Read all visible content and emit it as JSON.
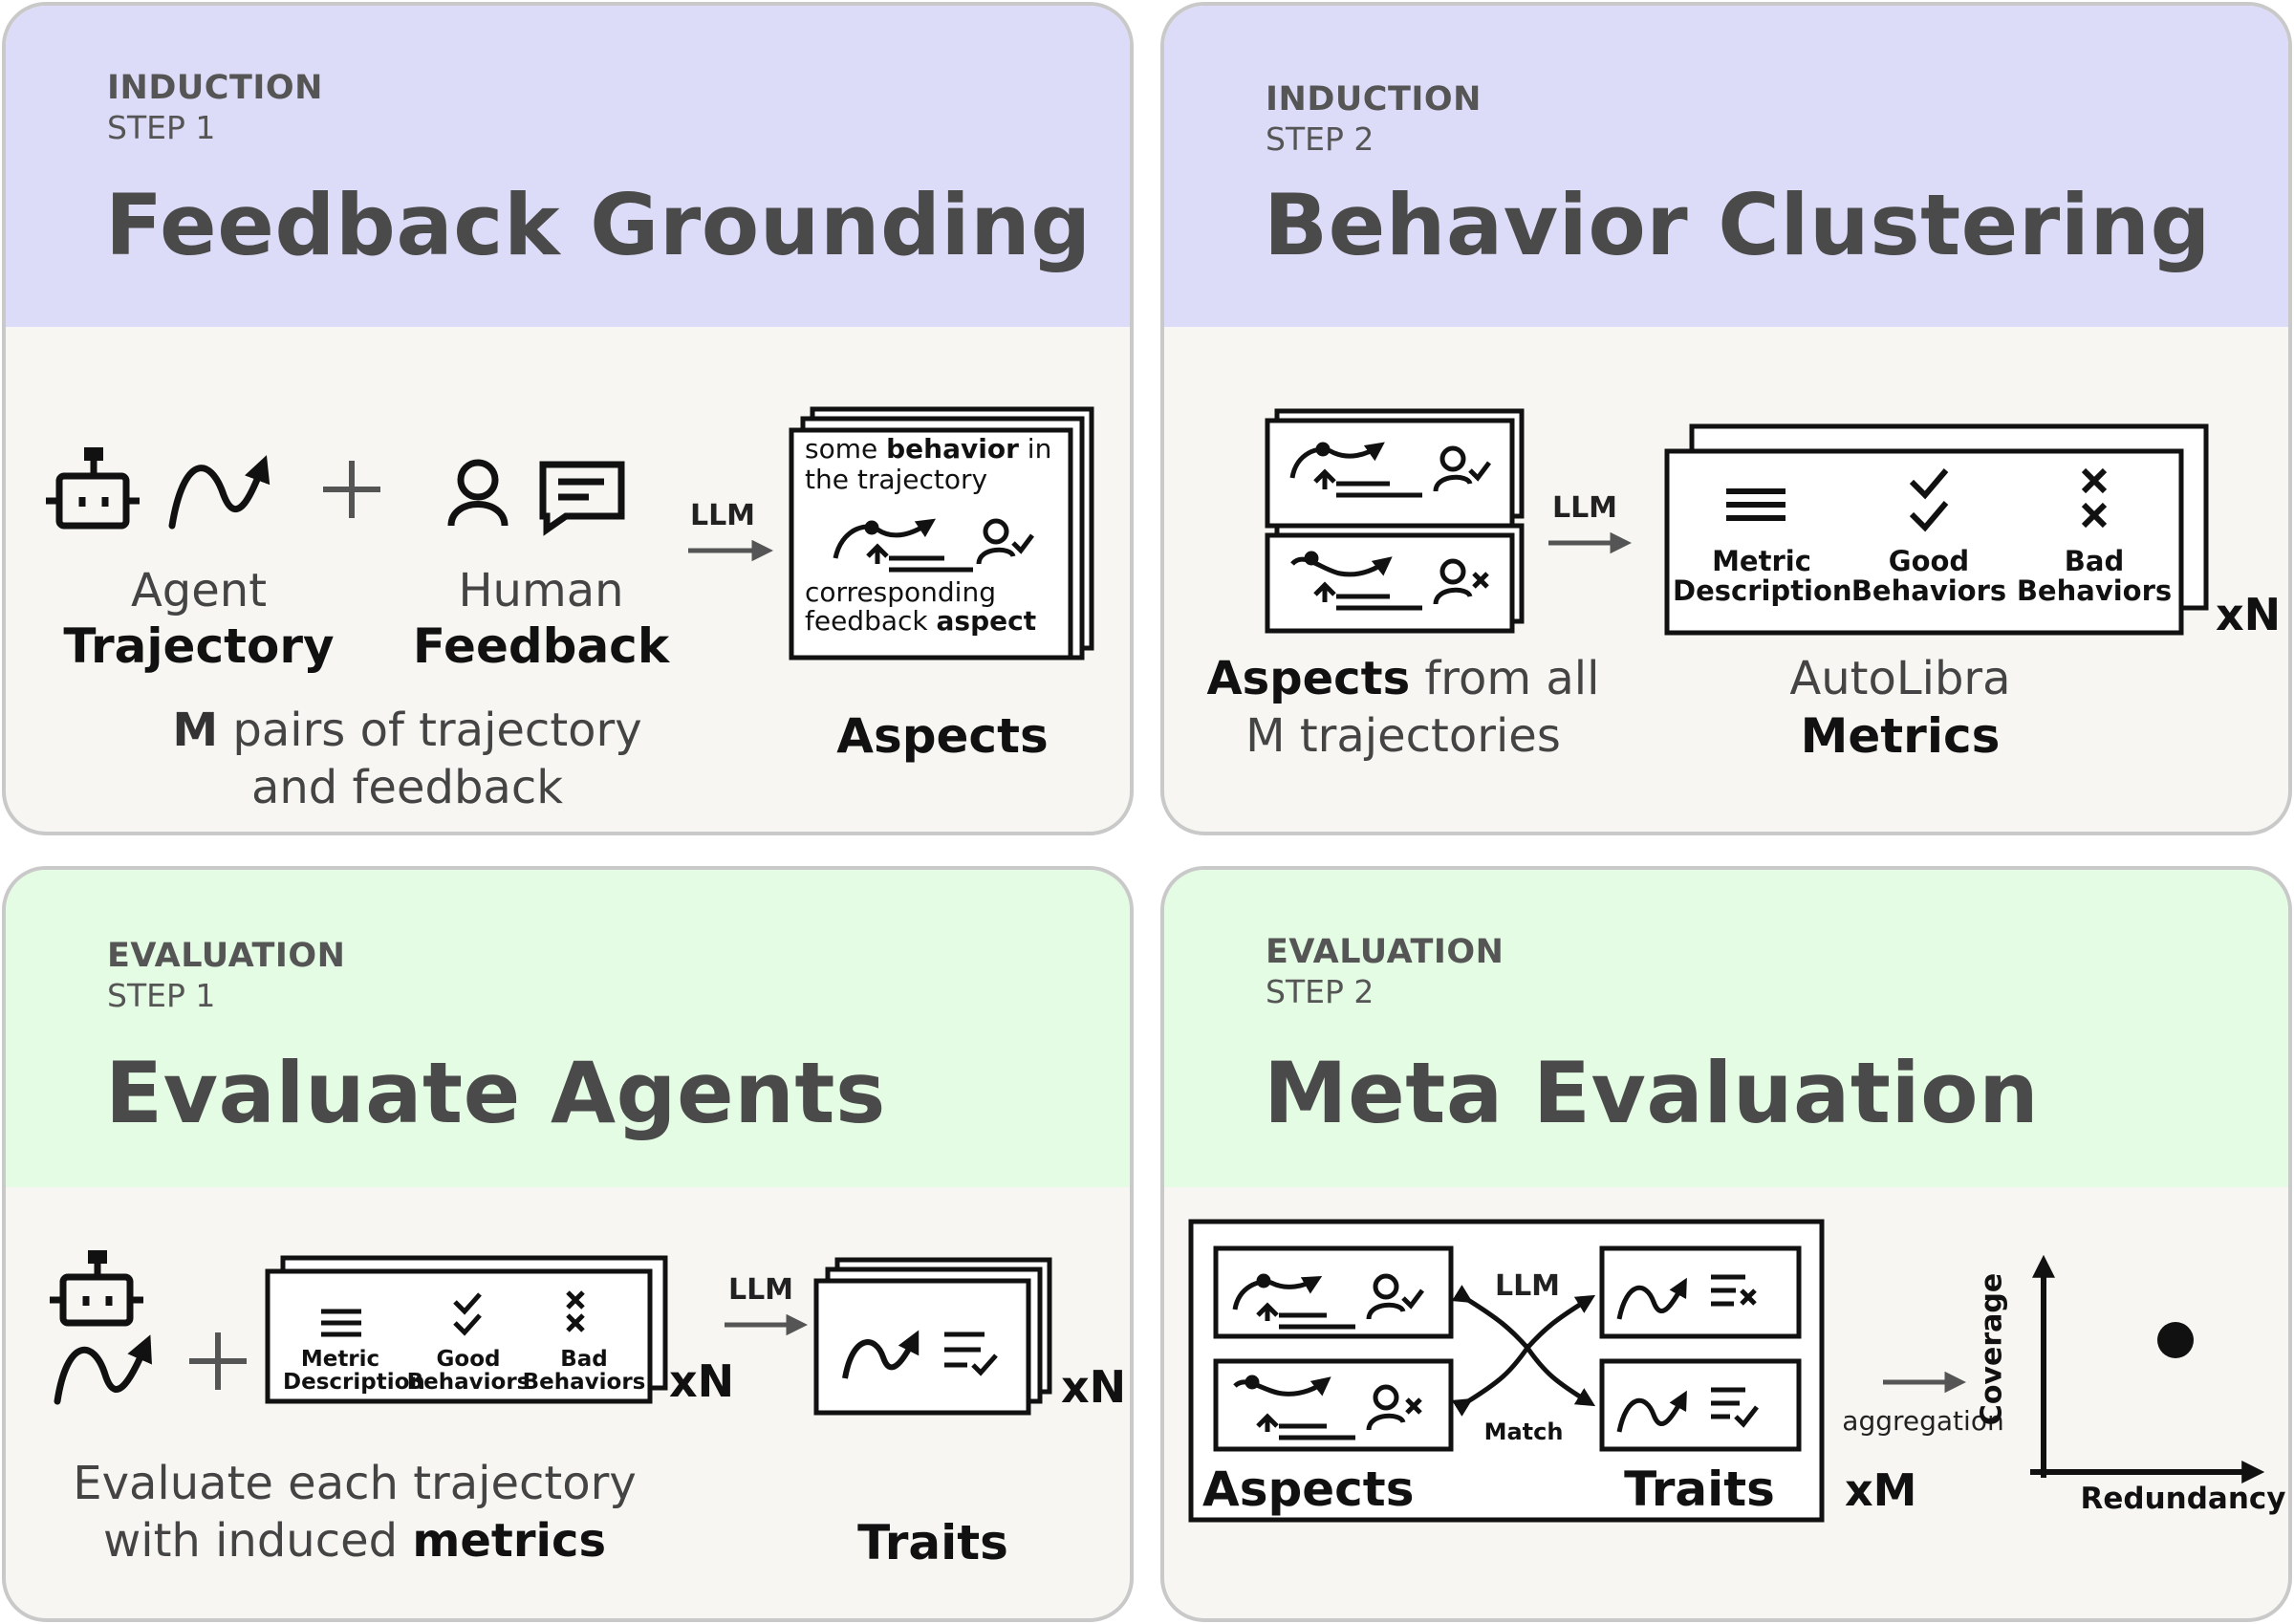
{
  "panels": {
    "p1": {
      "kicker": "INDUCTION",
      "step": "STEP 1",
      "title": "Feedback Grounding",
      "agent_top": "Agent",
      "agent_bottom": "Trajectory",
      "human_top": "Human",
      "human_bottom": "Feedback",
      "pairs_m": "M",
      "pairs_rest": " pairs of trajectory",
      "pairs_line2": "and feedback",
      "llm": "LLM",
      "card_line1_pre": "some ",
      "card_line1_bold": "behavior",
      "card_line1_post": " in",
      "card_line2": "the trajectory",
      "card_line3": "corresponding",
      "card_line4_pre": "feedback ",
      "card_line4_bold": "aspect",
      "output": "Aspects"
    },
    "p2": {
      "kicker": "INDUCTION",
      "step": "STEP 2",
      "title": "Behavior Clustering",
      "llm": "LLM",
      "aspects_bold": "Aspects",
      "aspects_rest": " from all",
      "aspects_line2": "M trajectories",
      "col1_a": "Metric",
      "col1_b": "Description",
      "col2_a": "Good",
      "col2_b": "Behaviors",
      "col3_a": "Bad",
      "col3_b": "Behaviors",
      "xn": "xN",
      "out_top": "AutoLibra",
      "out_bottom": "Metrics"
    },
    "p3": {
      "kicker": "EVALUATION",
      "step": "STEP 1",
      "title": "Evaluate Agents",
      "col1_a": "Metric",
      "col1_b": "Description",
      "col2_a": "Good",
      "col2_b": "Behaviors",
      "col3_a": "Bad",
      "col3_b": "Behaviors",
      "xn1": "xN",
      "llm": "LLM",
      "xn2": "xN",
      "eval_line1": "Evaluate each trajectory",
      "eval_line2_pre": "with induced ",
      "eval_line2_bold": "metrics",
      "output": "Traits"
    },
    "p4": {
      "kicker": "EVALUATION",
      "step": "STEP 2",
      "title": "Meta Evaluation",
      "llm": "LLM",
      "match": "Match",
      "aspects": "Aspects",
      "traits": "Traits",
      "xm": "xM",
      "aggregation": "aggregation",
      "y_axis": "Coverage",
      "x_axis": "Redundancy"
    }
  },
  "colors": {
    "induction_header": "#dcdcf8",
    "evaluation_header": "#e4fbe4",
    "panel_body": "#f7f6f2",
    "title_text": "#4a4a4a"
  }
}
